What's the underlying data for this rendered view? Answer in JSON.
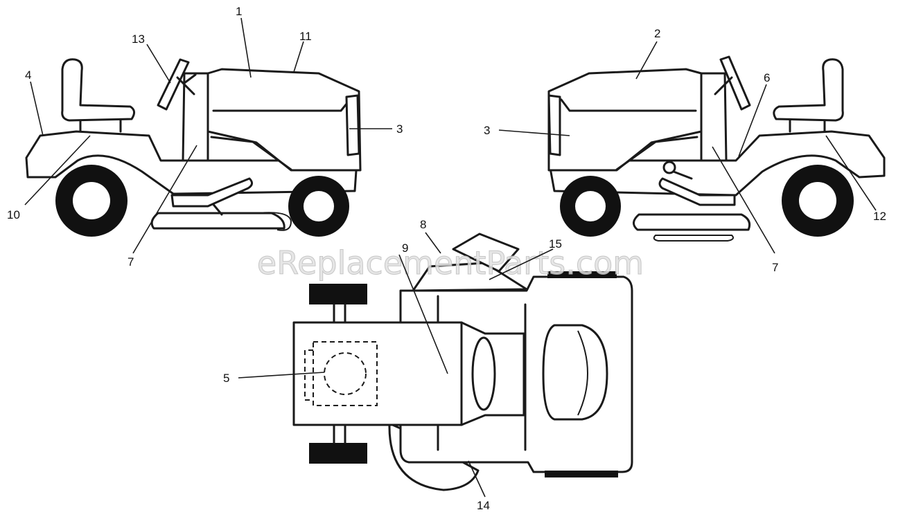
{
  "watermark": "eReplacementParts.com",
  "callouts": [
    {
      "id": "c1",
      "label": "1"
    },
    {
      "id": "c11",
      "label": "11"
    },
    {
      "id": "c13",
      "label": "13"
    },
    {
      "id": "c4",
      "label": "4"
    },
    {
      "id": "c3l",
      "label": "3"
    },
    {
      "id": "c10",
      "label": "10"
    },
    {
      "id": "c7l",
      "label": "7"
    },
    {
      "id": "c2",
      "label": "2"
    },
    {
      "id": "c6",
      "label": "6"
    },
    {
      "id": "c3r",
      "label": "3"
    },
    {
      "id": "c12",
      "label": "12"
    },
    {
      "id": "c7r",
      "label": "7"
    },
    {
      "id": "c8",
      "label": "8"
    },
    {
      "id": "c15",
      "label": "15"
    },
    {
      "id": "c9",
      "label": "9"
    },
    {
      "id": "c5",
      "label": "5"
    },
    {
      "id": "c14",
      "label": "14"
    }
  ]
}
